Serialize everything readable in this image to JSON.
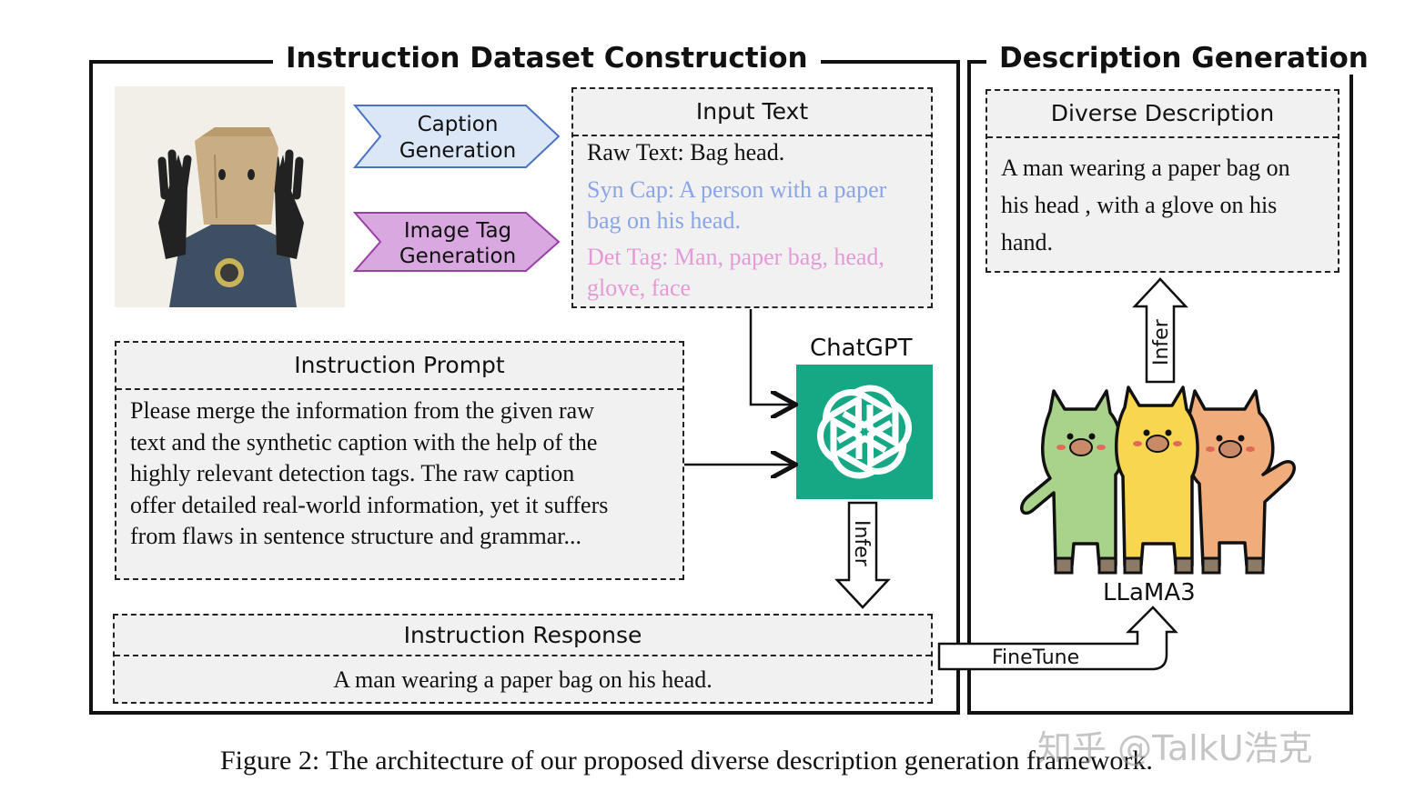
{
  "left_panel": {
    "title": "Instruction Dataset Construction",
    "steps": [
      {
        "label_line1": "Caption",
        "label_line2": "Generation",
        "color": "#dbe6f7",
        "stroke": "#4a74c2"
      },
      {
        "label_line1": "Image Tag",
        "label_line2": "Generation",
        "color": "#d9a8e0",
        "stroke": "#9b3fa8"
      }
    ],
    "input_text": {
      "title": "Input Text",
      "raw": "Raw Text: Bag head.",
      "syn_cap_line1": "Syn Cap: A person with a paper",
      "syn_cap_line2": "bag on his head.",
      "syn_cap_color": "#8aa5e6",
      "det_tag_line1": "Det Tag: Man, paper bag, head,",
      "det_tag_line2": "glove, face",
      "det_tag_color": "#e49ad6"
    },
    "instruction_prompt": {
      "title": "Instruction Prompt",
      "lines": [
        "Please merge the information from the given raw",
        "text and the synthetic caption with the help of the",
        "highly relevant detection tags. The raw caption",
        "offer detailed real-world information, yet it suffers",
        "from flaws in sentence structure and grammar..."
      ]
    },
    "chatgpt": {
      "label": "ChatGPT",
      "color": "#16a885",
      "icon": "openai-logo-icon"
    },
    "infer_label": "Infer",
    "instruction_response": {
      "title": "Instruction Response",
      "text": "A man wearing a paper bag on his head."
    }
  },
  "right_panel": {
    "title": "Description Generation",
    "diverse_description": {
      "title": "Diverse Description",
      "lines": [
        "A man wearing a paper bag on",
        "his head , with a glove on his",
        "hand."
      ]
    },
    "infer_label": "Infer",
    "llama": {
      "label": "LLaMA3",
      "icon": "three-alpacas-icon",
      "colors": [
        "#a9d28a",
        "#f8d64f",
        "#f1ac7c"
      ]
    },
    "finetune_label": "FineTune"
  },
  "caption": "Figure 2: The architecture of our proposed diverse description generation framework.",
  "watermark": "知乎 @TalkU浩克"
}
